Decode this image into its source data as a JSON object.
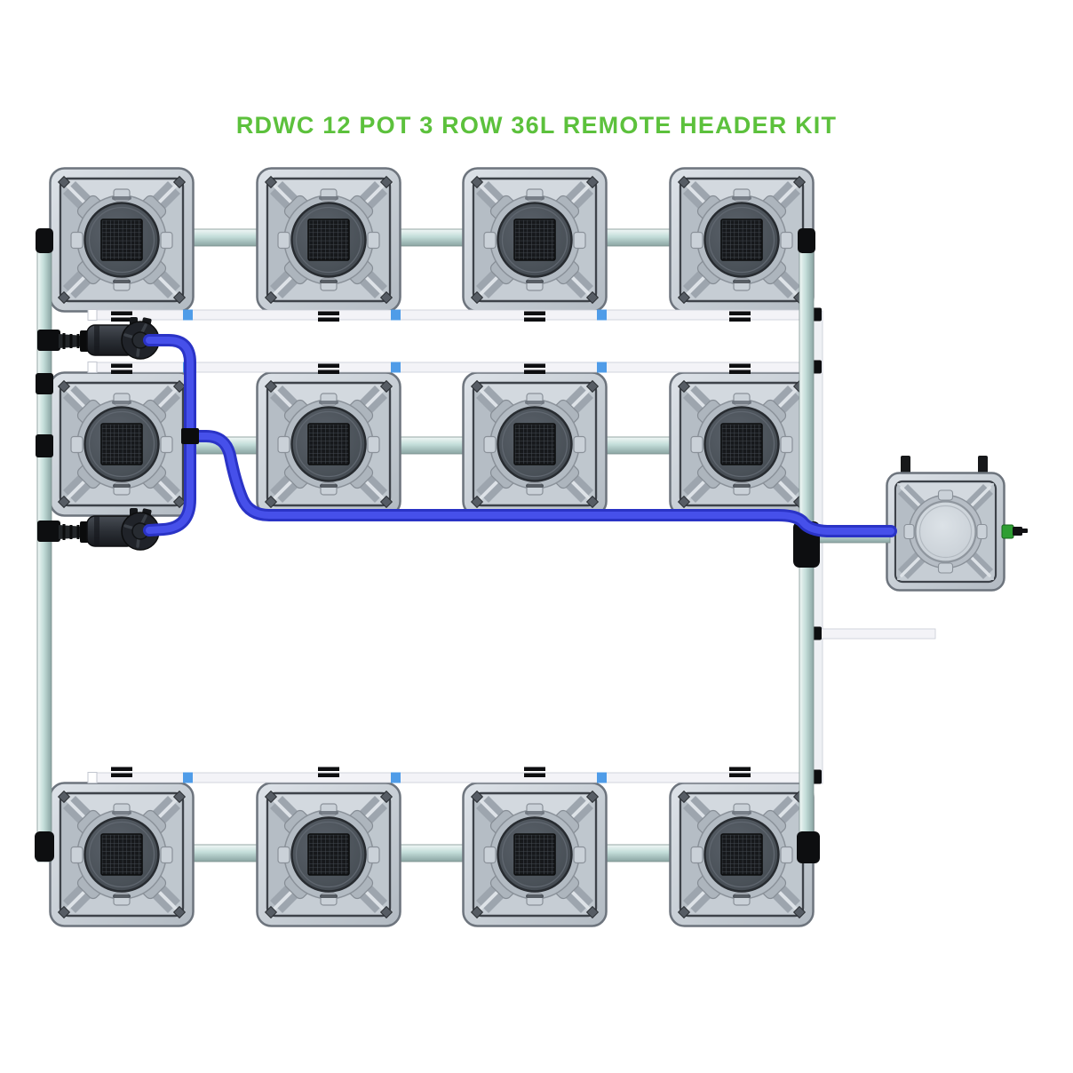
{
  "title": {
    "text": "RDWC 12 POT 3 ROW 36L REMOTE HEADER KIT",
    "color": "#5cc13c"
  },
  "kit": {
    "system": "RDWC",
    "pot_count": "12",
    "rows": "3",
    "pots_per_row": "4",
    "pot_volume": "36L",
    "header_style": "REMOTE HEADER"
  },
  "legend": {
    "pot": "square grow pot with dark mesh lid, top view",
    "header_tank": "remote header tank with light lid, float posts and green valve",
    "pump": "black circulation pump with barbed inlet fitting",
    "delivery_tubing": "blue pump delivery tubing",
    "link_pipe": "silver pot-to-pot link pipe",
    "return_manifold": "white return manifold pipe with clamp marks and blue joiners",
    "drain_stub": "white drain outlet stub pipe"
  },
  "colors": {
    "background": "#ffffff",
    "title_green": "#5cc13c",
    "tubing_blue": "#3742df",
    "tubing_highlight": "#4650ea",
    "link_pipe_silver": "#c3ddd9",
    "manifold_white": "#f3f3f7",
    "pot_body_gray": "#c8cfd6",
    "lid_dark": "#4a5158",
    "header_lid_light": "#d7dde2",
    "valve_green": "#2f9e33",
    "fitting_black": "#101113",
    "joiner_blue": "#4f9ce8"
  }
}
